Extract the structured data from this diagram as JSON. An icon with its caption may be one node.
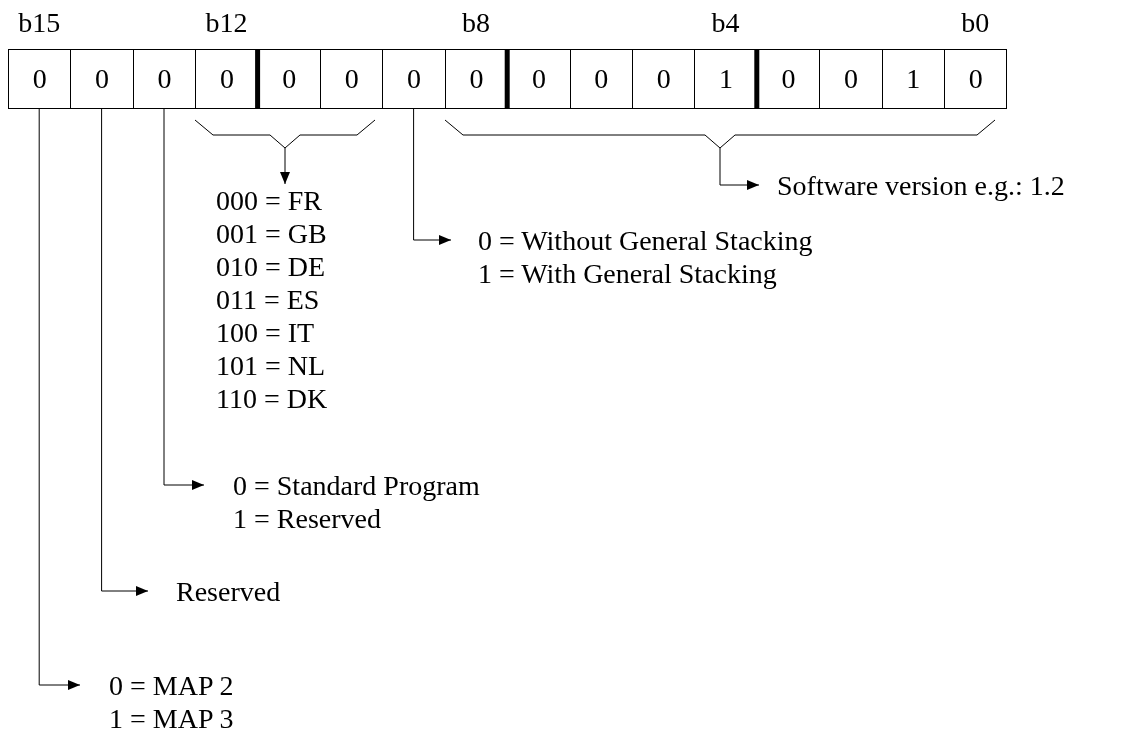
{
  "diagram": {
    "nodes": [
      {
        "text": [
          "0"
        ]
      },
      {
        "text": [
          "0"
        ]
      },
      {
        "text": [
          "0"
        ]
      },
      {
        "text": [
          "0"
        ]
      },
      {
        "text": [
          "0"
        ]
      },
      {
        "text": [
          "0"
        ]
      },
      {
        "text": [
          "0"
        ]
      },
      {
        "text": [
          "0"
        ]
      },
      {
        "text": [
          "0"
        ]
      },
      {
        "text": [
          "0"
        ]
      },
      {
        "text": [
          "0"
        ]
      },
      {
        "text": [
          "1"
        ]
      },
      {
        "text": [
          "0"
        ]
      },
      {
        "text": [
          "0"
        ]
      },
      {
        "text": [
          "1"
        ]
      },
      {
        "text": [
          "0"
        ]
      },
      {
        "text": [],
        "shape": "bracket"
      },
      {
        "text": [],
        "shape": "bracket"
      },
      {
        "text": [
          "Software version e.g.: 1.2"
        ]
      },
      {
        "text": [
          "000 = FR",
          "001 = GB",
          "010 = DE",
          "011 = ES",
          "100 = IT",
          "101 = NL",
          "110 = DK"
        ]
      },
      {
        "text": [
          "0 = Without General Stacking",
          "1 = With General Stacking"
        ]
      },
      {
        "text": [
          "0 = Standard Program",
          "1 = Reserved"
        ]
      },
      {
        "text": [
          "Reserved"
        ]
      },
      {
        "text": [
          "0 = MAP 2",
          "1 = MAP 3"
        ]
      }
    ],
    "edges": [
      {
        "from": 17,
        "to": 18,
        "arrow": "to"
      },
      {
        "from": 16,
        "to": 19,
        "arrow": "to"
      },
      {
        "from": 6,
        "to": 20,
        "arrow": "to"
      },
      {
        "from": 2,
        "to": 21,
        "arrow": "to"
      },
      {
        "from": 1,
        "to": 22,
        "arrow": "to"
      },
      {
        "from": 0,
        "to": 23,
        "arrow": "to"
      }
    ],
    "labels": [
      "b15",
      "b12",
      "b8",
      "b4",
      "b0"
    ]
  }
}
